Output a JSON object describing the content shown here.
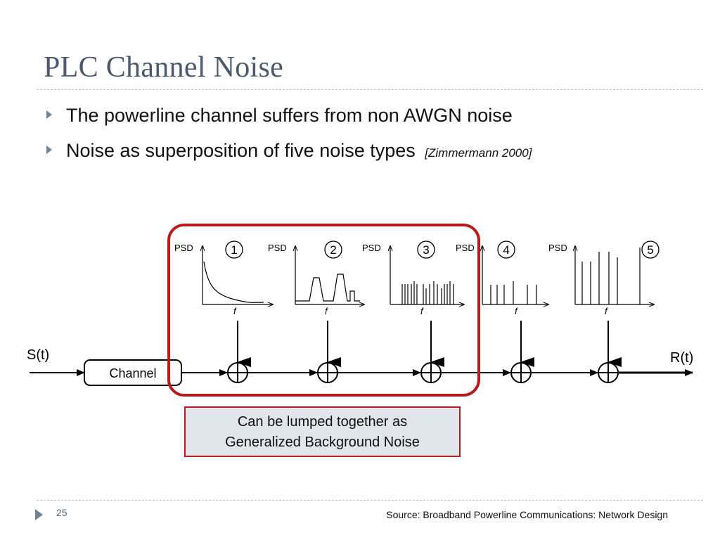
{
  "slide": {
    "title": "PLC Channel Noise",
    "bullets": [
      {
        "text": "The powerline channel suffers from non AWGN noise",
        "cite": ""
      },
      {
        "text": "Noise as superposition of five noise types",
        "cite": "[Zimmermann 2000]"
      }
    ]
  },
  "diagram": {
    "input_label": "S(t)",
    "output_label": "R(t)",
    "channel_label": "Channel",
    "psd_label": "PSD",
    "freq_label": "f",
    "noise_types": [
      "1",
      "2",
      "3",
      "4",
      "5"
    ],
    "highlight_color": "#b71c1c"
  },
  "annotation": {
    "line1": "Can be lumped together as",
    "line2": "Generalized Background Noise"
  },
  "footer": {
    "page_number": "25",
    "source": "Source: Broadband Powerline Communications: Network Design"
  }
}
